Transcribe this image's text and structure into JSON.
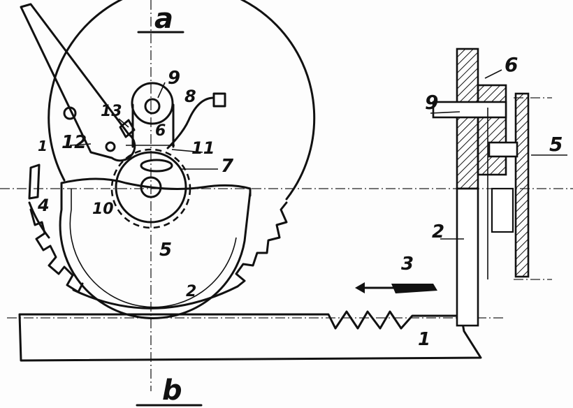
{
  "figure": {
    "section_labels": {
      "top": "a",
      "bottom": "b"
    },
    "part_labels": {
      "rack": "1",
      "gear_wheel": "2",
      "direction_arrow": "3",
      "notch": "4",
      "disc": "5",
      "hub": "6",
      "ring": "7",
      "wire": "8",
      "pin": "9",
      "dashed_circle": "10",
      "spring": "11",
      "lever": "12",
      "stop": "13",
      "notch_ref": "1"
    },
    "side_view_labels": {
      "hub": "6",
      "pin": "9",
      "disc": "5",
      "gear_wheel": "2"
    }
  }
}
